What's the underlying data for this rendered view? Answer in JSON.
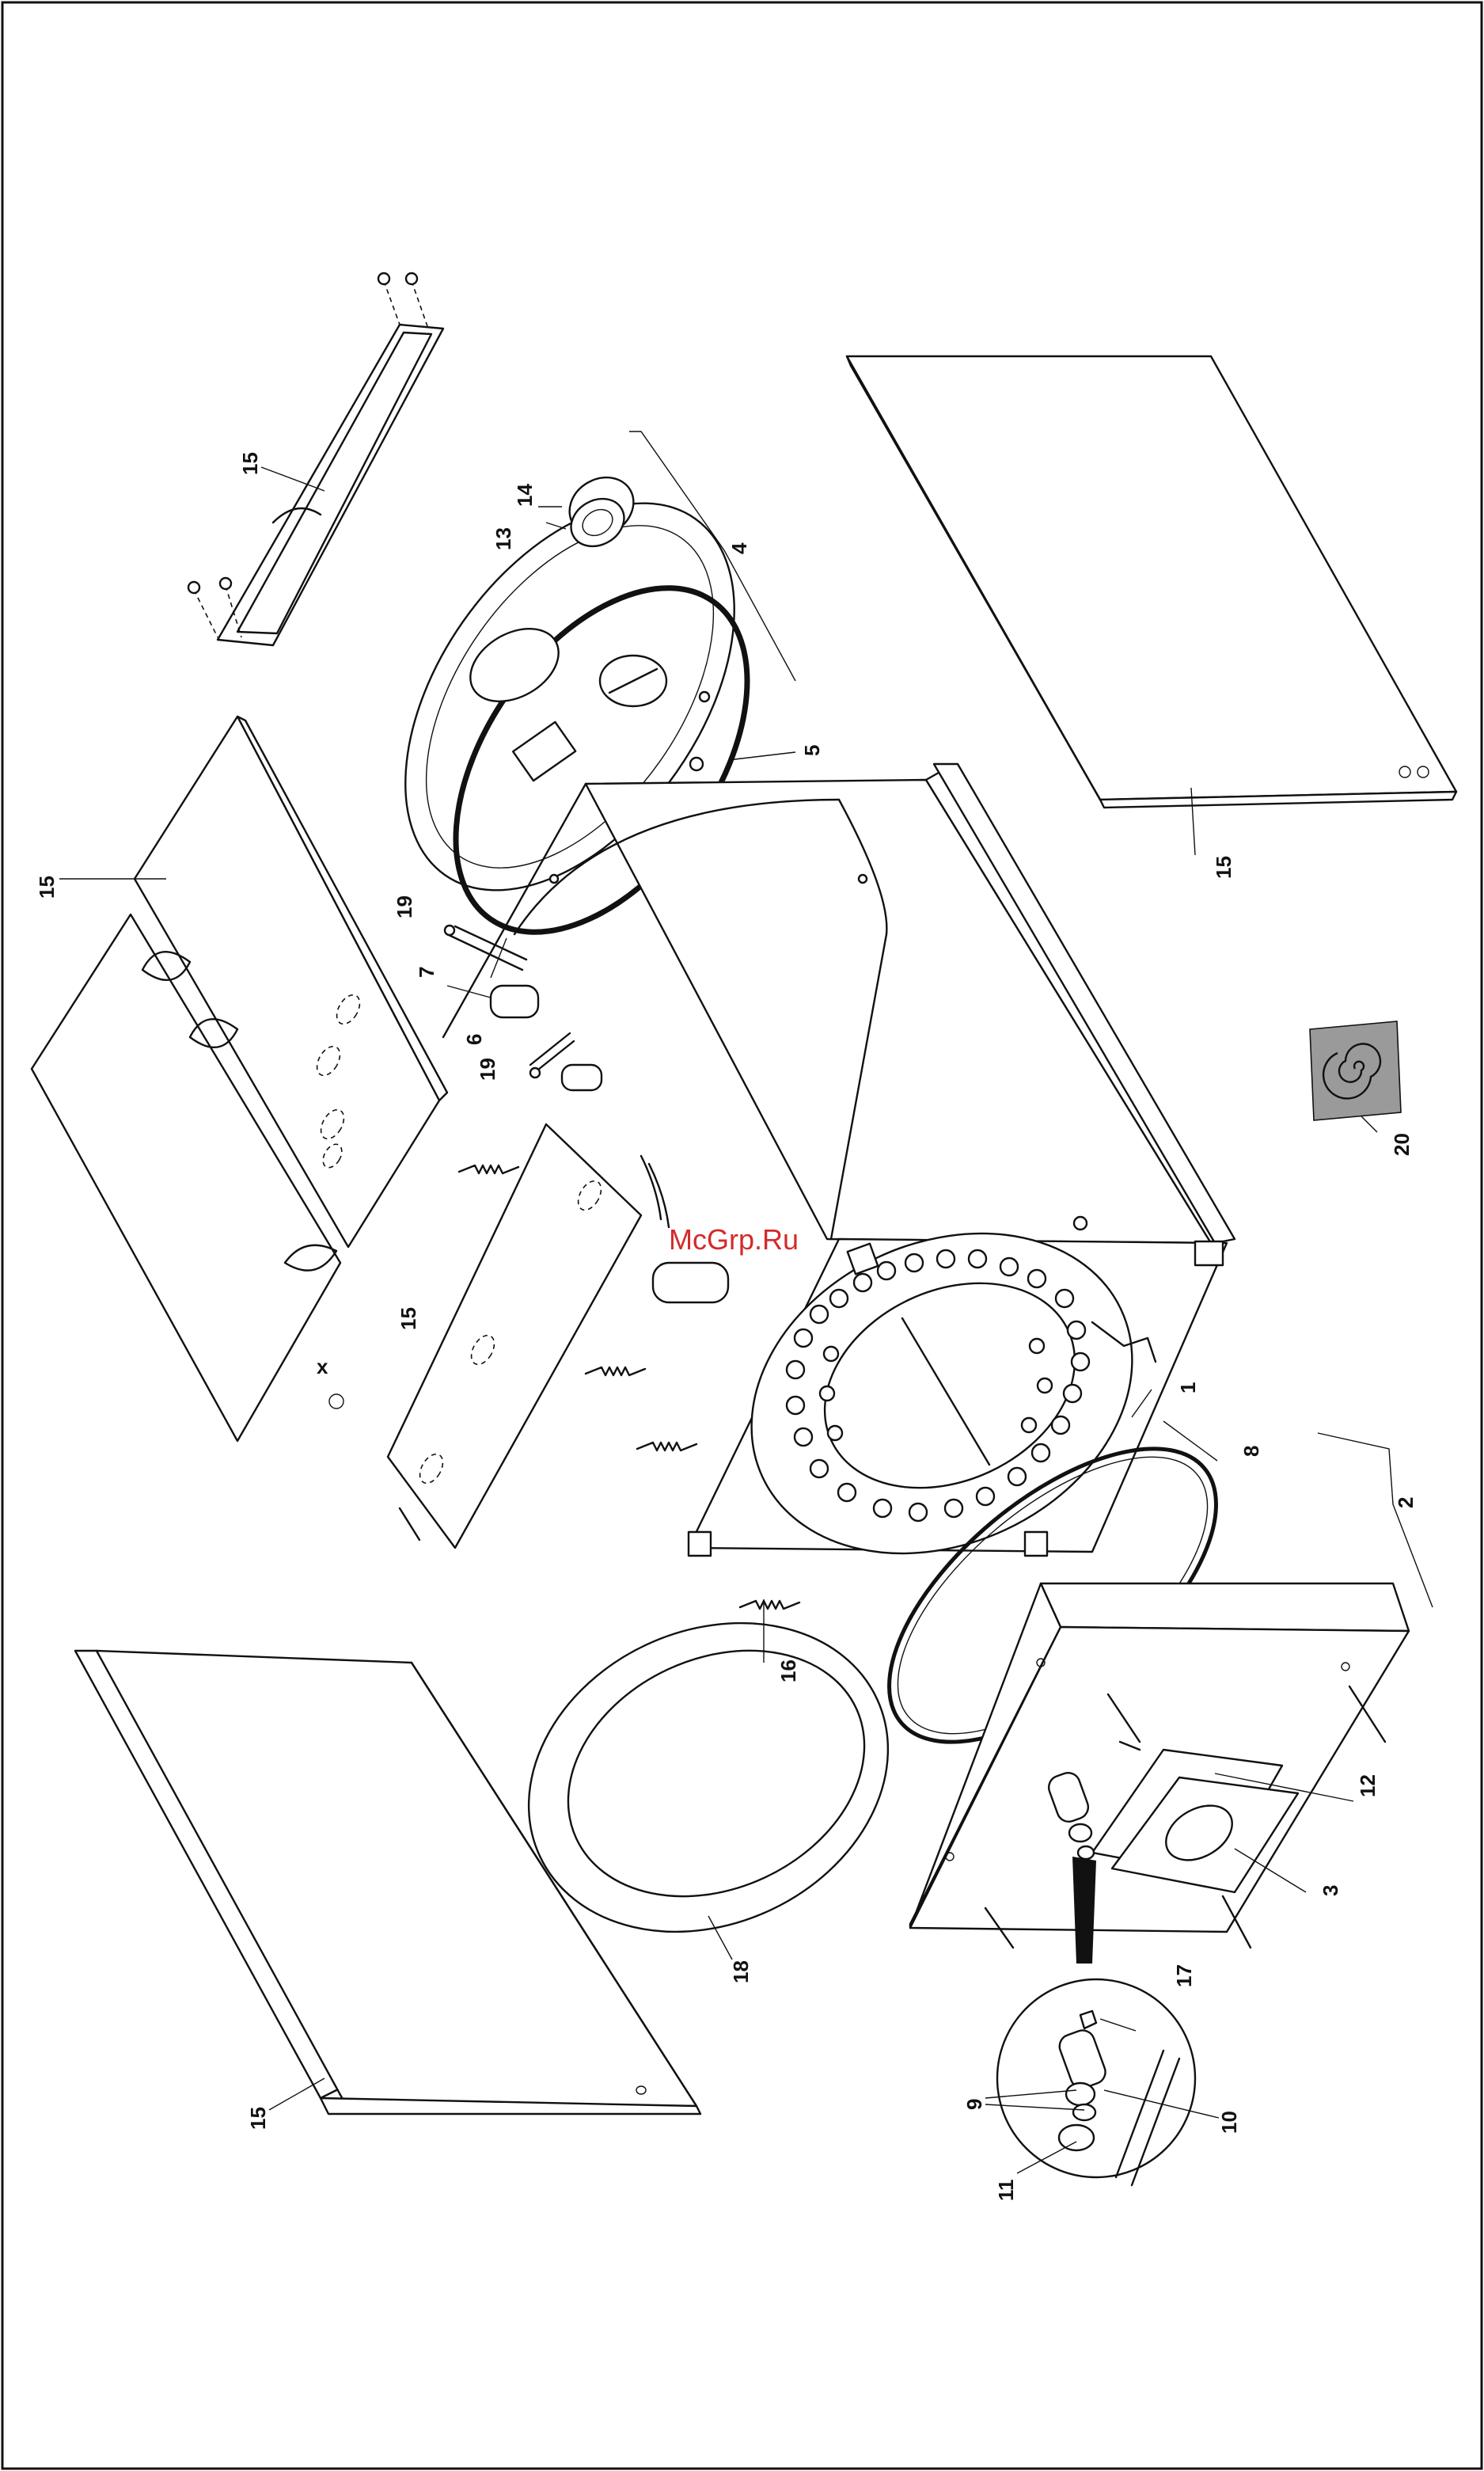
{
  "watermark": "McGrp.Ru",
  "callouts": [
    {
      "key": "c1",
      "text": "1"
    },
    {
      "key": "c2",
      "text": "2"
    },
    {
      "key": "c3",
      "text": "3"
    },
    {
      "key": "c4",
      "text": "4"
    },
    {
      "key": "c5",
      "text": "5"
    },
    {
      "key": "c6",
      "text": "6"
    },
    {
      "key": "c7",
      "text": "7"
    },
    {
      "key": "c8",
      "text": "8"
    },
    {
      "key": "c9",
      "text": "9"
    },
    {
      "key": "c10",
      "text": "10"
    },
    {
      "key": "c11",
      "text": "11"
    },
    {
      "key": "c12",
      "text": "12"
    },
    {
      "key": "c13",
      "text": "13"
    },
    {
      "key": "c14",
      "text": "14"
    },
    {
      "key": "c15a",
      "text": "15"
    },
    {
      "key": "c15b",
      "text": "15"
    },
    {
      "key": "c15c",
      "text": "15"
    },
    {
      "key": "c15d",
      "text": "15"
    },
    {
      "key": "c15e",
      "text": "15"
    },
    {
      "key": "c16",
      "text": "16"
    },
    {
      "key": "c17",
      "text": "17"
    },
    {
      "key": "c18",
      "text": "18"
    },
    {
      "key": "c19a",
      "text": "19"
    },
    {
      "key": "c19b",
      "text": "19"
    },
    {
      "key": "c20",
      "text": "20"
    }
  ]
}
